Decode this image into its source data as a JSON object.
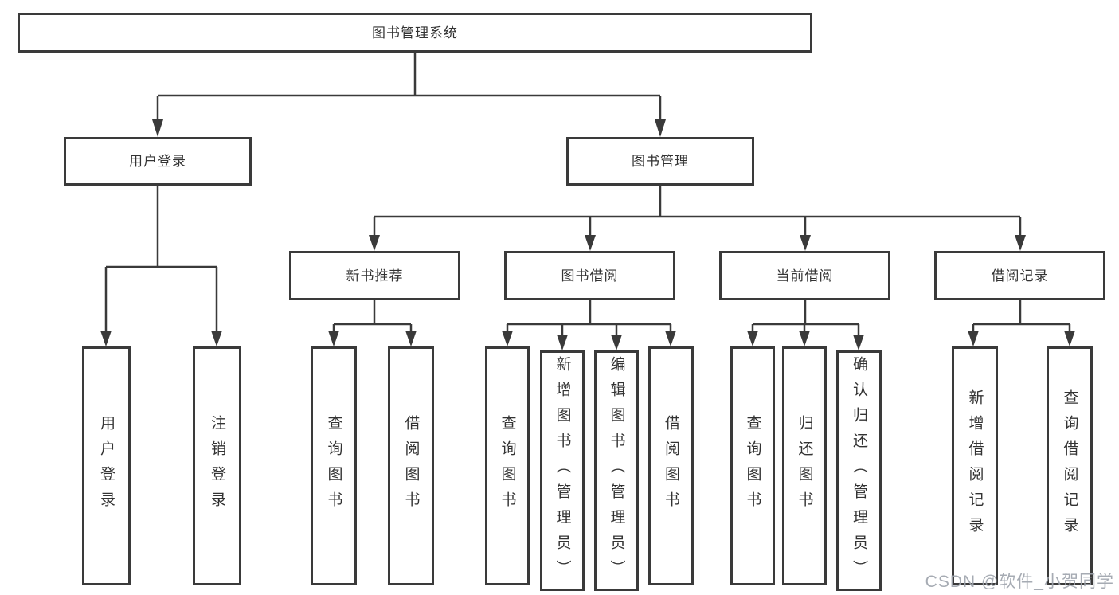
{
  "diagram": {
    "root": {
      "label": "图书管理系统"
    },
    "branches": [
      {
        "label": "用户登录"
      },
      {
        "label": "图书管理"
      }
    ],
    "modules": [
      {
        "label": "新书推荐"
      },
      {
        "label": "图书借阅"
      },
      {
        "label": "当前借阅"
      },
      {
        "label": "借阅记录"
      }
    ],
    "leaves": [
      {
        "label": "用户登录"
      },
      {
        "label": "注销登录"
      },
      {
        "label": "查询图书"
      },
      {
        "label": "借阅图书"
      },
      {
        "label": "查询图书"
      },
      {
        "label": "新增图书（管理员）"
      },
      {
        "label": "编辑图书（管理员）"
      },
      {
        "label": "借阅图书"
      },
      {
        "label": "查询图书"
      },
      {
        "label": "归还图书"
      },
      {
        "label": "确认归还（管理员）"
      },
      {
        "label": "新增借阅记录"
      },
      {
        "label": "查询借阅记录"
      }
    ]
  },
  "watermark": {
    "text": "CSDN @软件_小贺同学"
  },
  "colors": {
    "line": "#3a3a3a",
    "border": "#3a3a3a",
    "text": "#333333",
    "background": "#ffffff",
    "watermark": "#9ea4ac"
  }
}
